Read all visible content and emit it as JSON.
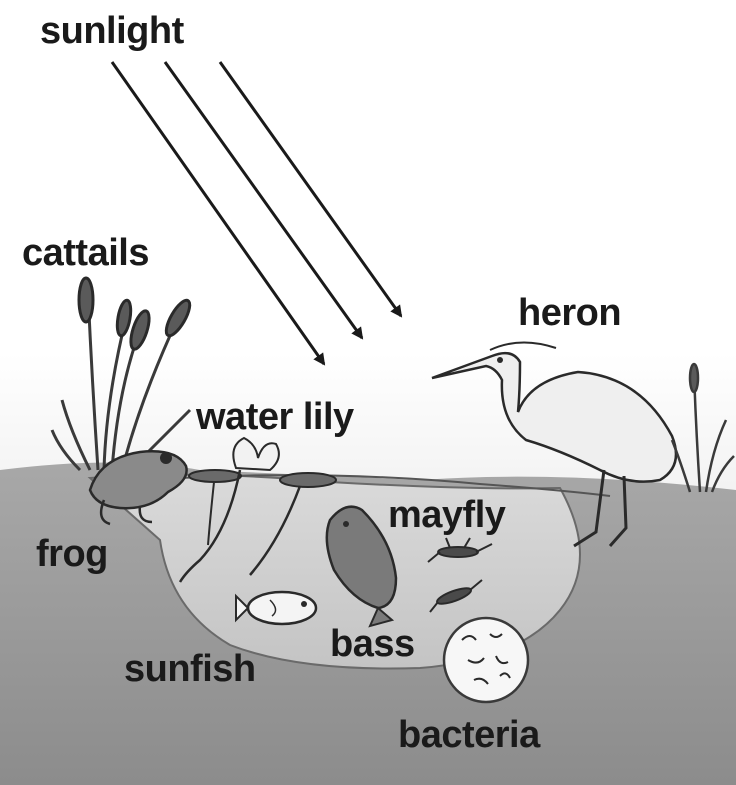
{
  "labels": {
    "sunlight": "sunlight",
    "cattails": "cattails",
    "heron": "heron",
    "water_lily": "water lily",
    "mayfly": "mayfly",
    "frog": "frog",
    "bass": "bass",
    "sunfish": "sunfish",
    "bacteria": "bacteria"
  },
  "colors": {
    "ink": "#1a1a1a",
    "sky_fade": "#d6d6d6",
    "water": "#c8c8c8",
    "ground": "#9a9a9a",
    "plant": "#4a4a4a"
  }
}
